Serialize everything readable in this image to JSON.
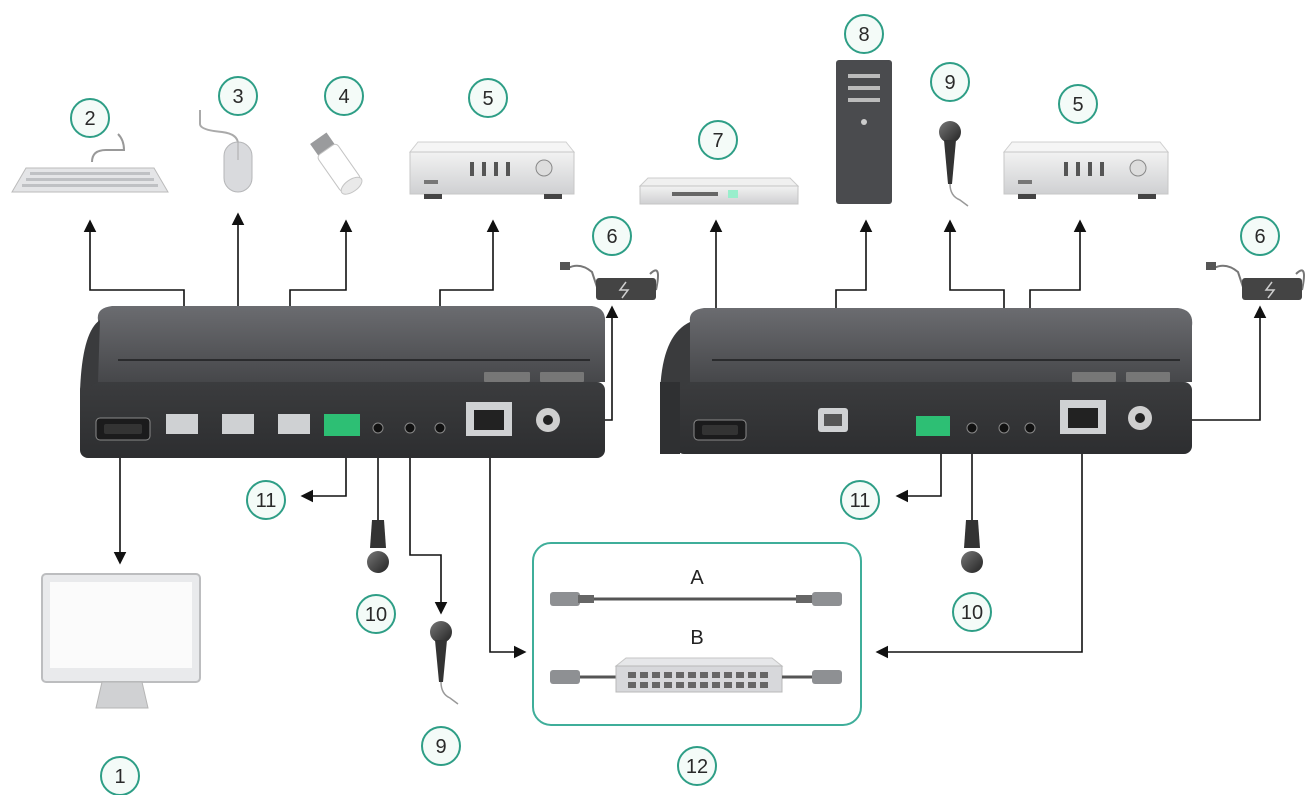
{
  "colors": {
    "badge_border": "#2e9e86",
    "badge_fill": "#f4fbf8",
    "device_body": "#4a4b4d",
    "device_top": "#5a5b5e",
    "arrow": "#111111",
    "frame": "#3fae9a"
  },
  "badges": [
    {
      "id": "monitor",
      "label": "1"
    },
    {
      "id": "keyboard",
      "label": "2"
    },
    {
      "id": "mouse",
      "label": "3"
    },
    {
      "id": "usb-stick",
      "label": "4"
    },
    {
      "id": "audio-amp-left",
      "label": "5"
    },
    {
      "id": "power-adapter-left",
      "label": "6"
    },
    {
      "id": "player",
      "label": "7"
    },
    {
      "id": "pc-tower",
      "label": "8"
    },
    {
      "id": "mic-top",
      "label": "9"
    },
    {
      "id": "audio-amp-right",
      "label": "5"
    },
    {
      "id": "power-adapter-right",
      "label": "6"
    },
    {
      "id": "rs232-left",
      "label": "11"
    },
    {
      "id": "mic-in-left",
      "label": "10"
    },
    {
      "id": "mic-bottom",
      "label": "9"
    },
    {
      "id": "rs232-right",
      "label": "11"
    },
    {
      "id": "mic-in-right",
      "label": "10"
    },
    {
      "id": "network-box",
      "label": "12"
    }
  ],
  "network_options": {
    "direct_label": "A",
    "switch_label": "B"
  },
  "icons": {
    "monitor": "monitor-icon",
    "keyboard": "keyboard-icon",
    "mouse": "mouse-icon",
    "usb_stick": "usb-stick-icon",
    "amp": "audio-amplifier-icon",
    "power": "power-adapter-icon",
    "player": "media-player-icon",
    "pc": "pc-tower-icon",
    "mic": "microphone-icon",
    "switch": "network-switch-icon"
  }
}
